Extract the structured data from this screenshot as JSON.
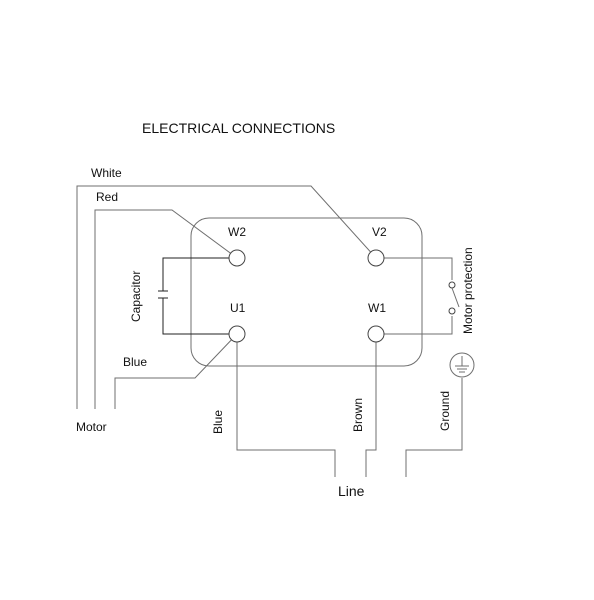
{
  "title": "ELECTRICAL CONNECTIONS",
  "wires": {
    "white": "White",
    "red": "Red",
    "blue_motor": "Blue",
    "blue_line": "Blue",
    "brown": "Brown",
    "ground": "Ground"
  },
  "terminals": {
    "w2": "W2",
    "v2": "V2",
    "u1": "U1",
    "w1": "W1"
  },
  "labels": {
    "capacitor": "Capacitor",
    "motor_protection": "Motor protection",
    "motor": "Motor",
    "line": "Line"
  },
  "colors": {
    "wire": "#6f6f6f",
    "text": "#111111"
  }
}
